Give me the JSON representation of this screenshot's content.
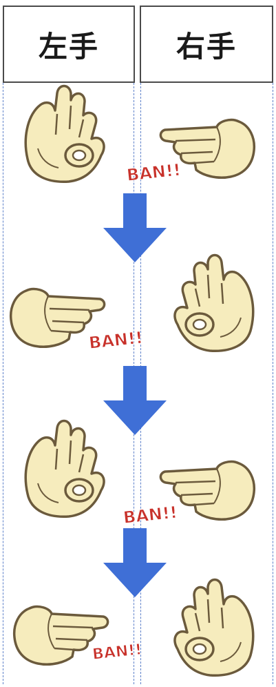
{
  "headers": {
    "left": "左手",
    "right": "右手"
  },
  "steps": [
    {
      "left_hand": "ok-sign",
      "right_hand": "pointing-finger",
      "sound": "BAN!!"
    },
    {
      "left_hand": "pointing-finger",
      "right_hand": "ok-sign",
      "sound": "BAN!!"
    },
    {
      "left_hand": "ok-sign",
      "right_hand": "pointing-finger",
      "sound": "BAN!!"
    },
    {
      "left_hand": "pointing-finger",
      "right_hand": "ok-sign",
      "sound": "BAN!!"
    }
  ],
  "colors": {
    "skin": "#f6ecbd",
    "outline": "#6b5a3c",
    "arrow": "#3f6fd6",
    "ban": "#c8322b",
    "guide": "#5b7fc9"
  },
  "icons": {
    "ok": "ok-hand-icon",
    "point": "pointing-hand-icon",
    "arrow": "arrow-down-icon"
  }
}
